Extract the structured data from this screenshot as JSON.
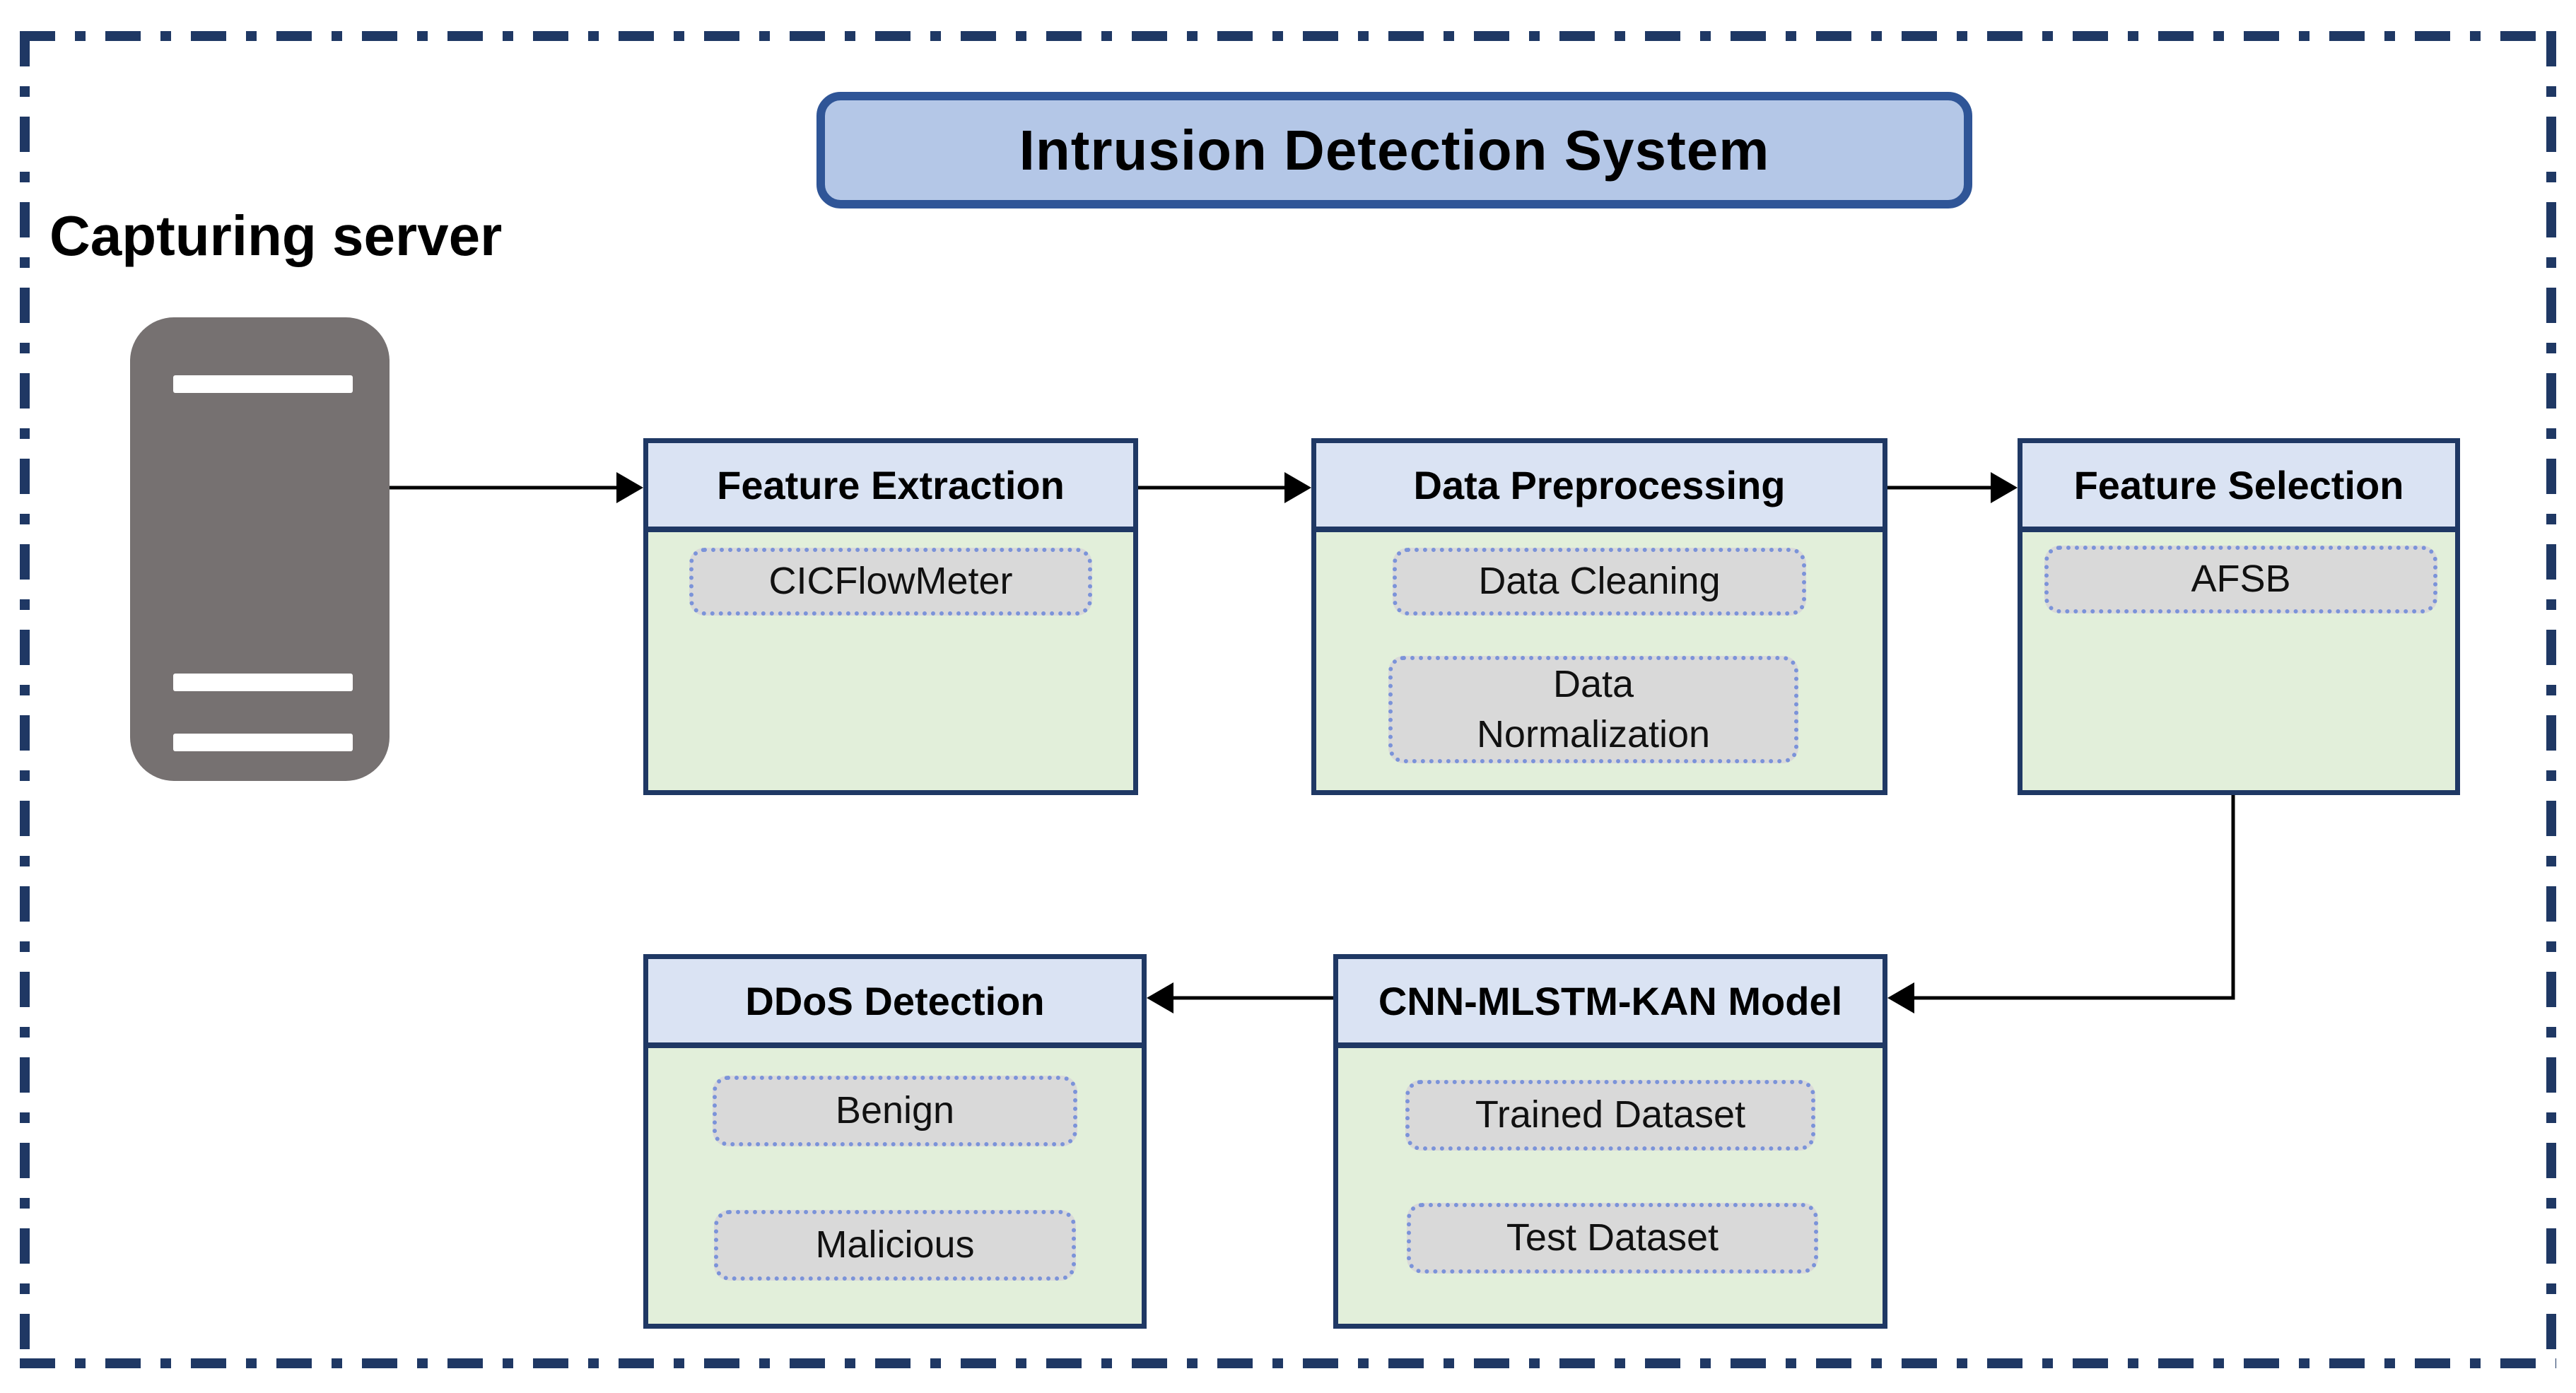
{
  "diagram": {
    "title": "Intrusion Detection System",
    "capturing_server": {
      "label": "Capturing server",
      "icon": "server-icon"
    },
    "boxes": [
      {
        "id": "feature-extraction",
        "title": "Feature Extraction",
        "items": [
          "CICFlowMeter"
        ]
      },
      {
        "id": "data-preprocessing",
        "title": "Data Preprocessing",
        "items": [
          "Data Cleaning",
          "Data Normalization"
        ]
      },
      {
        "id": "feature-selection",
        "title": "Feature Selection",
        "items": [
          "AFSB"
        ]
      },
      {
        "id": "cnn-mlstm-kan-model",
        "title": "CNN-MLSTM-KAN Model",
        "items": [
          "Trained Dataset",
          "Test Dataset"
        ]
      },
      {
        "id": "ddos-detection",
        "title": "DDoS Detection",
        "items": [
          "Benign",
          "Malicious"
        ]
      }
    ],
    "flow": [
      "Capturing server -> Feature Extraction",
      "Feature Extraction -> Data Preprocessing",
      "Data Preprocessing -> Feature Selection",
      "Feature Selection -> CNN-MLSTM-KAN Model",
      "CNN-MLSTM-KAN Model -> DDoS Detection"
    ],
    "colors": {
      "frame_navy": "#1F3864",
      "title_fill": "#B4C7E7",
      "title_border": "#2F5597",
      "header_fill": "#DAE3F3",
      "body_fill": "#E2EFDA",
      "pill_fill": "#D9D9D9",
      "pill_border": "#7B93D9",
      "server_gray": "#767171",
      "arrow": "#000000"
    }
  }
}
